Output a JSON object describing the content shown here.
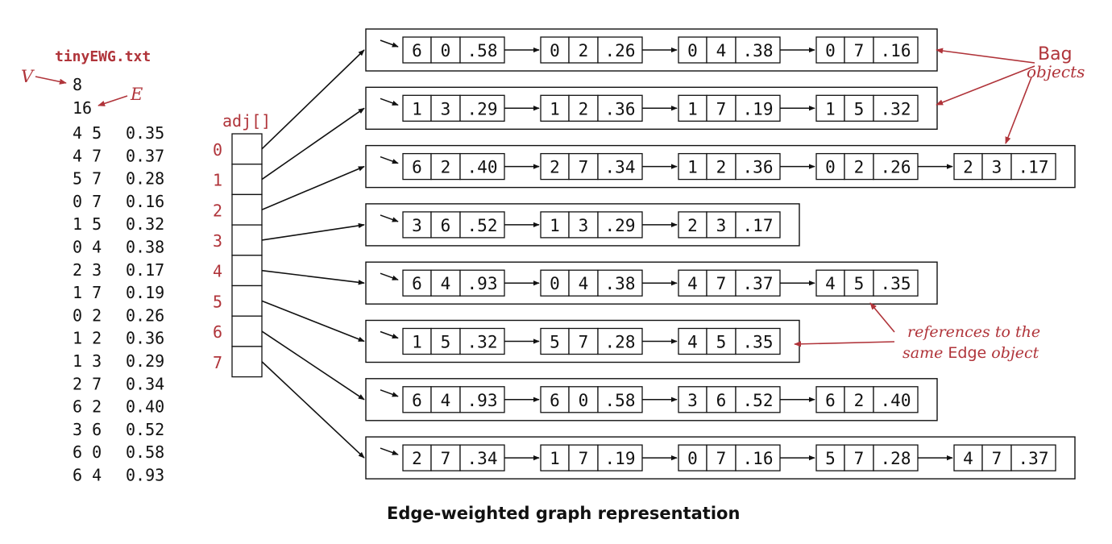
{
  "file_name": "tinyEWG.txt",
  "v_label": "V",
  "e_label": "E",
  "vertex_count": "8",
  "edge_count": "16",
  "edges_file": [
    [
      "4 5",
      "0.35"
    ],
    [
      "4 7",
      "0.37"
    ],
    [
      "5 7",
      "0.28"
    ],
    [
      "0 7",
      "0.16"
    ],
    [
      "1 5",
      "0.32"
    ],
    [
      "0 4",
      "0.38"
    ],
    [
      "2 3",
      "0.17"
    ],
    [
      "1 7",
      "0.19"
    ],
    [
      "0 2",
      "0.26"
    ],
    [
      "1 2",
      "0.36"
    ],
    [
      "1 3",
      "0.29"
    ],
    [
      "2 7",
      "0.34"
    ],
    [
      "6 2",
      "0.40"
    ],
    [
      "3 6",
      "0.52"
    ],
    [
      "6 0",
      "0.58"
    ],
    [
      "6 4",
      "0.93"
    ]
  ],
  "adj_label": "adj[]",
  "adj_indices": [
    "0",
    "1",
    "2",
    "3",
    "4",
    "5",
    "6",
    "7"
  ],
  "bags": [
    [
      [
        "6",
        "0",
        ".58"
      ],
      [
        "0",
        "2",
        ".26"
      ],
      [
        "0",
        "4",
        ".38"
      ],
      [
        "0",
        "7",
        ".16"
      ]
    ],
    [
      [
        "1",
        "3",
        ".29"
      ],
      [
        "1",
        "2",
        ".36"
      ],
      [
        "1",
        "7",
        ".19"
      ],
      [
        "1",
        "5",
        ".32"
      ]
    ],
    [
      [
        "6",
        "2",
        ".40"
      ],
      [
        "2",
        "7",
        ".34"
      ],
      [
        "1",
        "2",
        ".36"
      ],
      [
        "0",
        "2",
        ".26"
      ],
      [
        "2",
        "3",
        ".17"
      ]
    ],
    [
      [
        "3",
        "6",
        ".52"
      ],
      [
        "1",
        "3",
        ".29"
      ],
      [
        "2",
        "3",
        ".17"
      ]
    ],
    [
      [
        "6",
        "4",
        ".93"
      ],
      [
        "0",
        "4",
        ".38"
      ],
      [
        "4",
        "7",
        ".37"
      ],
      [
        "4",
        "5",
        ".35"
      ]
    ],
    [
      [
        "1",
        "5",
        ".32"
      ],
      [
        "5",
        "7",
        ".28"
      ],
      [
        "4",
        "5",
        ".35"
      ]
    ],
    [
      [
        "6",
        "4",
        ".93"
      ],
      [
        "6",
        "0",
        ".58"
      ],
      [
        "3",
        "6",
        ".52"
      ],
      [
        "6",
        "2",
        ".40"
      ]
    ],
    [
      [
        "2",
        "7",
        ".34"
      ],
      [
        "1",
        "7",
        ".19"
      ],
      [
        "0",
        "7",
        ".16"
      ],
      [
        "5",
        "7",
        ".28"
      ],
      [
        "4",
        "7",
        ".37"
      ]
    ]
  ],
  "annotation_bag": [
    "Bag",
    "objects"
  ],
  "annotation_refs": [
    "references to the",
    "same ",
    "Edge",
    " object"
  ],
  "caption": "Edge-weighted graph representation",
  "colors": {
    "accent": "#b0343a",
    "ink": "#111111"
  }
}
